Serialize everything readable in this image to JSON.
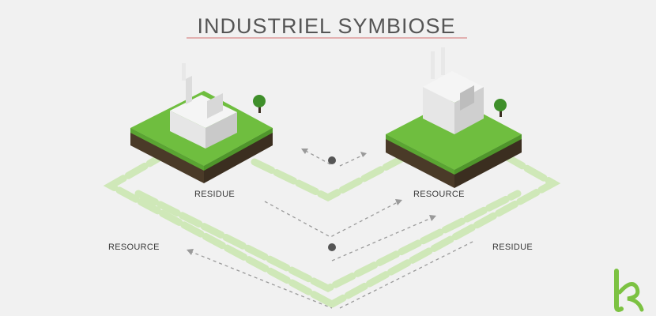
{
  "title": "INDUSTRIEL SYMBIOSE",
  "labels": {
    "residue_left": "RESIDUE",
    "resource_right": "RESOURCE",
    "resource_outer_left": "RESOURCE",
    "residue_outer_right": "RESIDUE"
  },
  "colors": {
    "background": "#f1f1f1",
    "title_text": "#555555",
    "title_underline": "#d98a8a",
    "grass": "#6fbe3f",
    "soil": "#4a3a28",
    "path_light_green": "#cfe8b8",
    "arrow_dash": "#9a9a9a",
    "logo_green": "#7cc242"
  },
  "icons": {
    "factory_left": "factory-icon",
    "factory_right": "factory-icon",
    "tree": "tree-icon",
    "step_marker": "circle-marker-icon",
    "logo": "brand-logo-icon"
  }
}
